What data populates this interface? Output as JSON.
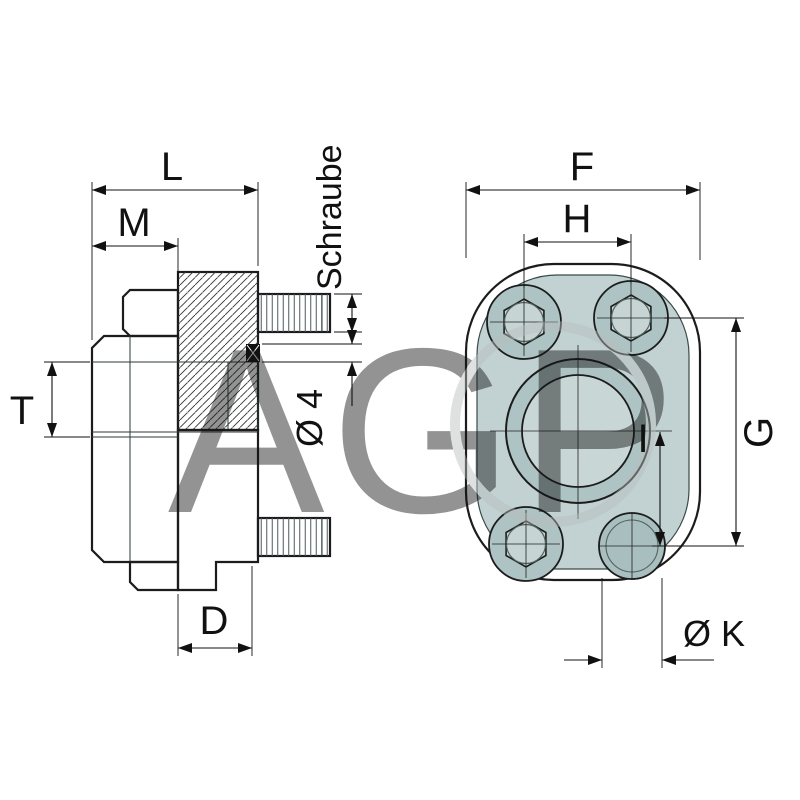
{
  "diagram": {
    "type": "technical-drawing",
    "subject": "hydraulic-flange-fitting-two-views",
    "watermark": "AGP",
    "dimension_labels": {
      "l": "L",
      "m": "M",
      "schraube": "Schraube",
      "o4": "Ø 4",
      "t": "T",
      "d": "D",
      "f": "F",
      "h": "H",
      "g": "G",
      "i": "I",
      "ok": "Ø K"
    },
    "colors": {
      "line": "#1c1c1c",
      "body_fill": "#b5c8c8",
      "light_fill": "#c6d4d4",
      "dark_fill": "#a7bbbb",
      "bore_fill": "#cfdada",
      "watermark": "#b9bebe",
      "background": "#ffffff"
    }
  }
}
